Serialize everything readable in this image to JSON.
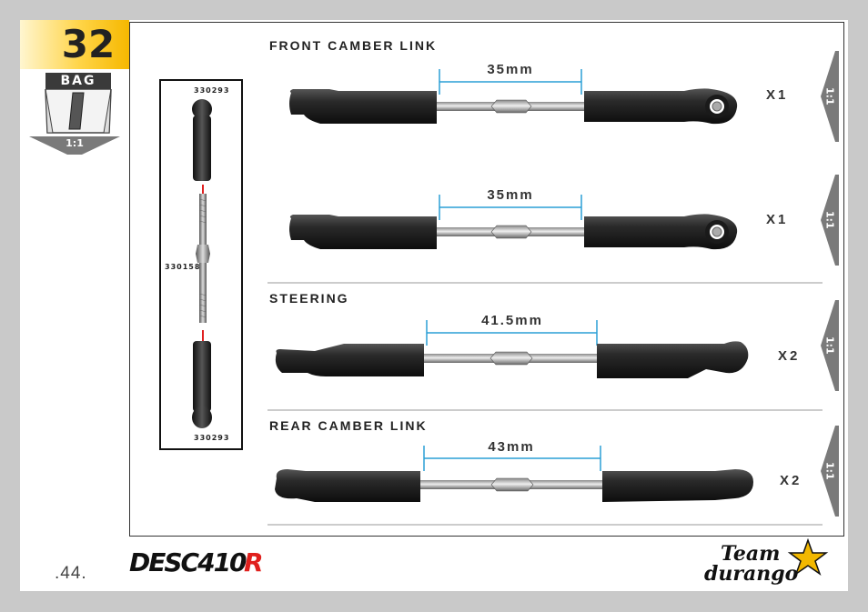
{
  "step": {
    "number": "32",
    "bag_label": "BAG",
    "scale": "1:1"
  },
  "parts": {
    "top_part_no": "330293",
    "middle_part_no": "330158",
    "bottom_part_no": "330293"
  },
  "sections": [
    {
      "title": "FRONT CAMBER LINK"
    },
    {
      "title": "STEERING"
    },
    {
      "title": "REAR CAMBER LINK"
    }
  ],
  "links": [
    {
      "dimension": "35mm",
      "quantity": "X1",
      "scale": "1:1"
    },
    {
      "dimension": "35mm",
      "quantity": "X1",
      "scale": "1:1"
    },
    {
      "dimension": "41.5mm",
      "quantity": "X2",
      "scale": "1:1"
    },
    {
      "dimension": "43mm",
      "quantity": "X2",
      "scale": "1:1"
    }
  ],
  "footer": {
    "page_number": ".44.",
    "logo_left_main": "DESC410",
    "logo_left_accent": "R",
    "logo_right_line1": "Team",
    "logo_right_line2": "durango"
  },
  "colors": {
    "tab_yellow": "#ffd447",
    "dimension_line": "#2a9fd6",
    "rod_end_dark": "#333333",
    "qty_text": "#333333",
    "logo_red": "#e0201d"
  }
}
